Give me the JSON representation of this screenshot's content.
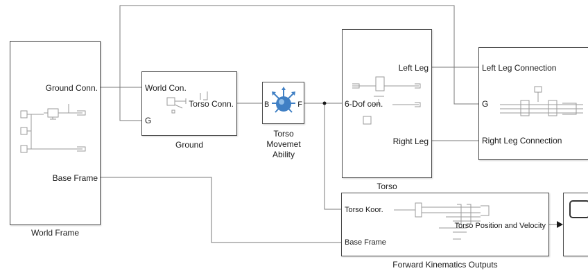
{
  "blocks": {
    "world_frame": {
      "caption": "World Frame",
      "ports": {
        "ground_conn": "Ground Conn.",
        "base_frame": "Base Frame"
      }
    },
    "ground": {
      "caption": "Ground",
      "ports": {
        "world_con": "World Con.",
        "torso_conn": "Torso Conn.",
        "g": "G"
      }
    },
    "torso_joint": {
      "caption_lines": [
        "Torso",
        "Movemet",
        "Ability"
      ],
      "ports": {
        "b": "B",
        "f": "F"
      }
    },
    "torso": {
      "caption": "Torso",
      "ports": {
        "left_leg": "Left Leg",
        "six_dof": "6-Dof con.",
        "right_leg": "Right Leg"
      }
    },
    "legs": {
      "ports": {
        "left_leg_connection": "Left Leg Connection",
        "g": "G",
        "right_leg_connection": "Right Leg Connection"
      }
    },
    "fk_outputs": {
      "caption": "Forward Kinematics Outputs",
      "ports": {
        "torso_koor": "Torso Koor.",
        "base_frame": "Base Frame",
        "torso_pos_vel": "Torso Position and Velocity"
      }
    }
  },
  "colors": {
    "wire": "#7a7a7a",
    "border": "#4a4a4a",
    "joint_blue": "#3f7fc4"
  }
}
